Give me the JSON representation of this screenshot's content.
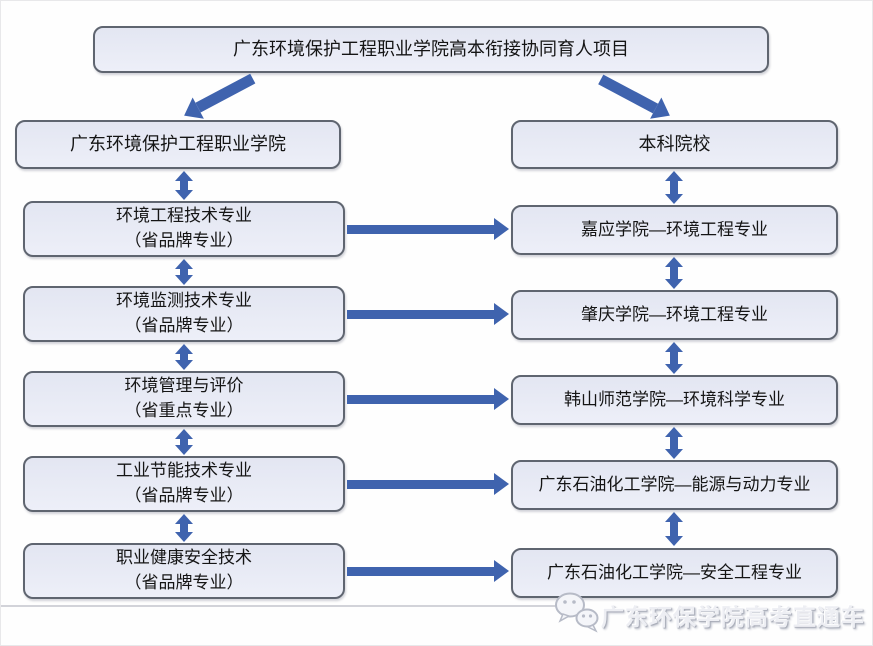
{
  "colors": {
    "arrow": "#3f63ae",
    "box_fill_top": "#e3e6f2",
    "box_fill_bottom": "#edeff8",
    "box_border": "#5f6570"
  },
  "title": "广东环境保护工程职业学院高本衔接协同育人项目",
  "left_column": {
    "header": "广东环境保护工程职业学院",
    "items": [
      {
        "line1": "环境工程技术专业",
        "line2": "（省品牌专业）"
      },
      {
        "line1": "环境监测技术专业",
        "line2": "（省品牌专业）"
      },
      {
        "line1": "环境管理与评价",
        "line2": "（省重点专业）"
      },
      {
        "line1": "工业节能技术专业",
        "line2": "（省品牌专业）"
      },
      {
        "line1": "职业健康安全技术",
        "line2": "（省品牌专业）"
      }
    ]
  },
  "right_column": {
    "header": "本科院校",
    "items": [
      {
        "label": "嘉应学院—环境工程专业"
      },
      {
        "label": "肇庆学院—环境工程专业"
      },
      {
        "label": "韩山师范学院—环境科学专业"
      },
      {
        "label": "广东石油化工学院—能源与动力专业"
      },
      {
        "label": "广东石油化工学院—安全工程专业"
      }
    ]
  },
  "watermark": {
    "icon": "wechat-icon",
    "text": "广东环保学院高考直通车"
  }
}
